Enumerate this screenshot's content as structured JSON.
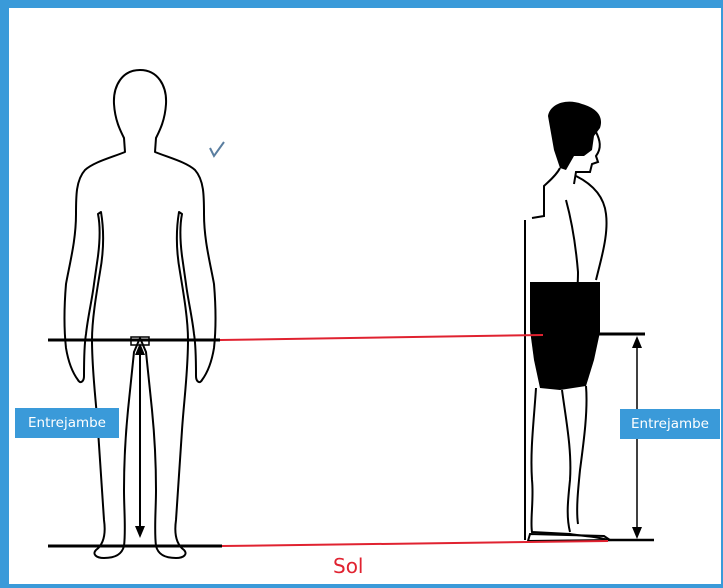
{
  "labels": {
    "left_measure": "Entrejambe",
    "right_measure": "Entrejambe",
    "floor": "Sol"
  },
  "colors": {
    "frame": "#3a9ad9",
    "badge_bg": "#3a9ad9",
    "badge_text": "#ffffff",
    "guide_line": "#e02230",
    "outline": "#000000"
  },
  "icons": {
    "front_figure": "human-front-outline-icon",
    "side_figure": "human-side-silhouette-icon"
  }
}
